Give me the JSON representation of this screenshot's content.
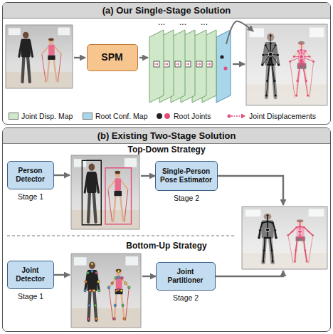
{
  "diagram": {
    "nodes": [
      {
        "text": [
          "(a) Our Single-Stage Solution"
        ]
      },
      {
        "text": [
          "SPM"
        ],
        "in": 0
      },
      {
        "text": [
          "(b) Existing Two-Stage Solution"
        ]
      },
      {
        "text": [
          "Person Detector"
        ],
        "in": 2
      },
      {
        "text": [
          "Single-Person Pose Estimator"
        ],
        "in": 2
      },
      {
        "text": [
          "Joint Detector"
        ],
        "in": 2
      },
      {
        "text": [
          "Joint Partitioner"
        ],
        "in": 2
      }
    ],
    "labels": [
      "...",
      "...",
      "...",
      "Top-Down Strategy",
      "Stage 1",
      "Stage 2",
      "Bottom-Up Strategy",
      "Stage 1",
      "Stage 2"
    ],
    "legend": [
      {
        "text": "Joint Disp. Map",
        "color": "#cfe8c9"
      },
      {
        "text": "Root Conf. Map",
        "color": "#a9d6ea"
      },
      {
        "text": "Root Joints"
      },
      {
        "text": "Joint Displacements"
      }
    ]
  }
}
